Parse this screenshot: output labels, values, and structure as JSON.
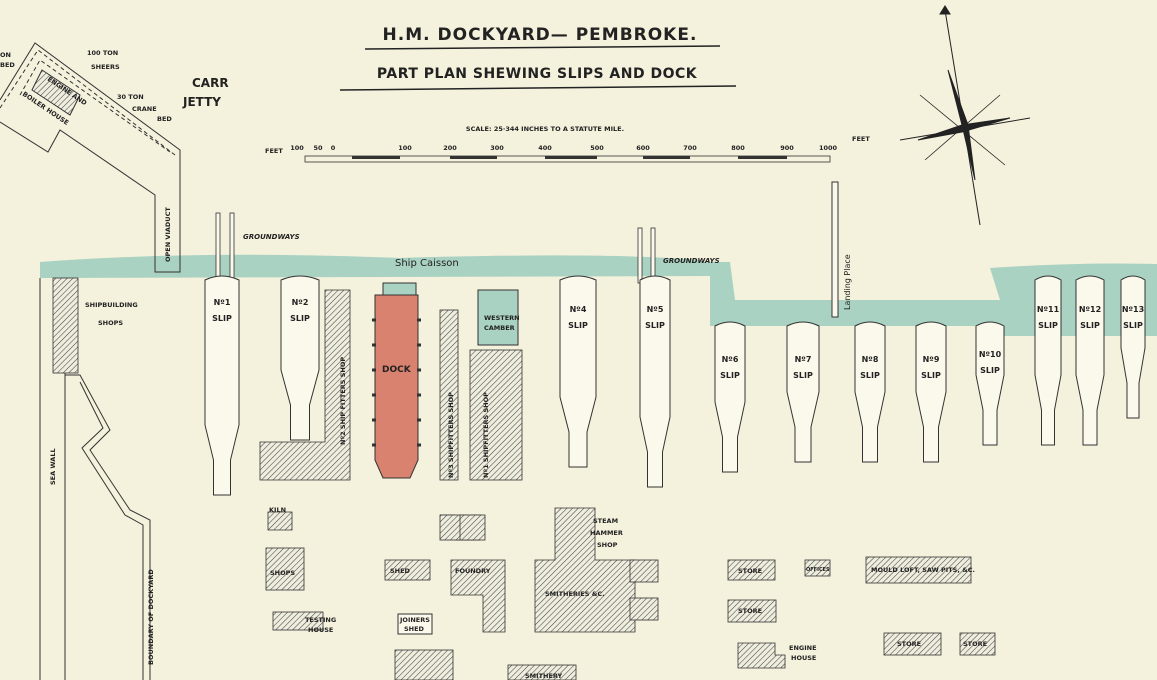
{
  "title": "H.M. DOCKYARD— PEMBROKE.",
  "subtitle": "PART PLAN SHEWING SLIPS AND DOCK",
  "scale": {
    "text": "SCALE: 25·344 INCHES TO A STATUTE MILE.",
    "unit": "FEET",
    "ticks": [
      "100",
      "50",
      "0",
      "100",
      "200",
      "300",
      "400",
      "500",
      "600",
      "700",
      "800",
      "900",
      "1000"
    ]
  },
  "colors": {
    "water": "#a9d2c3",
    "dock": "#d9826f",
    "paper": "#f4f1dc"
  },
  "labels": {
    "ton_bed": "ON",
    "ton_bed2": "BED",
    "sheers1": "100 TON",
    "sheers2": "SHEERS",
    "crane1": "30 TON",
    "crane2": "CRANE",
    "crane3": "BED",
    "engine1": "ENGINE AND",
    "engine2": "BOILER HOUSE",
    "carr": "CARR",
    "jetty": "JETTY",
    "viaduct": "OPEN VIADUCT",
    "groundways": "GROUNDWAYS",
    "caisson": "Ship Caisson",
    "shipbuilding1": "SHIPBUILDING",
    "shipbuilding2": "SHOPS",
    "seawall": "SEA WALL",
    "boundary": "BOUNDARY OF DOCKYARD",
    "dock": "DOCK",
    "fitters2": "Nº2 SHIP FITTERS SHOP",
    "fitters3": "Nº3 SHIPFITTERS SHOP",
    "fitters1": "Nº1 SHIPFITTERS SHOP",
    "camber1": "WESTERN",
    "camber2": "CAMBER",
    "landing": "Landing Place",
    "kiln": "KILN",
    "shops": "SHOPS",
    "testing1": "TESTING",
    "testing2": "HOUSE",
    "shed": "SHED",
    "foundry": "FOUNDRY",
    "joiners1": "JOINERS",
    "joiners2": "SHED",
    "steam1": "STEAM",
    "steam2": "HAMMER",
    "steam3": "SHOP",
    "smitheries": "SMITHERIES &C.",
    "smithery": "SMITHERY",
    "store": "STORE",
    "offices": "OFFICES",
    "mould": "MOULD LOFT, SAW PITS, &C.",
    "enginehouse1": "ENGINE",
    "enginehouse2": "HOUSE"
  },
  "slips": [
    {
      "no": "Nº1",
      "word": "SLIP"
    },
    {
      "no": "Nº2",
      "word": "SLIP"
    },
    {
      "no": "Nº4",
      "word": "SLIP"
    },
    {
      "no": "Nº5",
      "word": "SLIP"
    },
    {
      "no": "Nº6",
      "word": "SLIP"
    },
    {
      "no": "Nº7",
      "word": "SLIP"
    },
    {
      "no": "Nº8",
      "word": "SLIP"
    },
    {
      "no": "Nº9",
      "word": "SLIP"
    },
    {
      "no": "Nº10",
      "word": "SLIP"
    },
    {
      "no": "Nº11",
      "word": "SLIP"
    },
    {
      "no": "Nº12",
      "word": "SLIP"
    },
    {
      "no": "Nº13",
      "word": "SLIP"
    }
  ]
}
